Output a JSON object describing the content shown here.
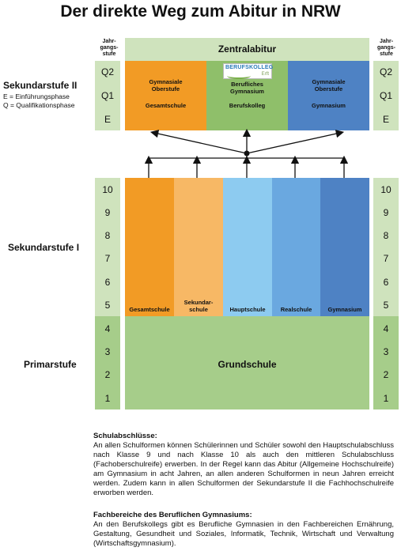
{
  "title": "Der direkte Weg zum Abitur in NRW",
  "column_header": "Jahr-\ngangs-\nstufe",
  "zentralabitur": "Zentralabitur",
  "stages": {
    "sek2": {
      "name": "Sekundarstufe II",
      "sub1": "E = Einführungsphase",
      "sub2": "Q = Qualifikationsphase"
    },
    "sek1": {
      "name": "Sekundarstufe I"
    },
    "primar": {
      "name": "Primarstufe"
    }
  },
  "levels": [
    "Q2",
    "Q1",
    "E",
    "10",
    "9",
    "8",
    "7",
    "6",
    "5",
    "4",
    "3",
    "2",
    "1"
  ],
  "upper_boxes": [
    {
      "line1": "Gymnasiale",
      "line2": "Oberstufe",
      "line3": "Gesamtschule",
      "color": "#f29b25"
    },
    {
      "line1": "Berufliches",
      "line2": "Gymnasium",
      "line3": "Berufskolleg",
      "color": "#8fbf6a"
    },
    {
      "line1": "Gymnasiale",
      "line2": "Oberstufe",
      "line3": "Gymnasium",
      "color": "#4e82c4"
    }
  ],
  "logo": {
    "text": "BERUFSKOLLEG",
    "sub": "Erft"
  },
  "lower_columns": [
    {
      "label": "Gesamtschule",
      "color": "#f29b25"
    },
    {
      "label": "Sekundar-\nschule",
      "color": "#f7b865"
    },
    {
      "label": "Hauptschule",
      "color": "#8dcbf0"
    },
    {
      "label": "Realschule",
      "color": "#6aa8e0"
    },
    {
      "label": "Gymnasium",
      "color": "#4e82c4"
    }
  ],
  "grundschule": "Grundschule",
  "colors": {
    "green_light": "#cfe3bd",
    "green_mid": "#a6cd8a",
    "arrow": "#111111"
  },
  "text": {
    "heading1": "Schulabschlüsse:",
    "para1": "An allen Schulformen können Schülerinnen und Schüler sowohl den Hauptschulabschluss nach Klasse 9 und nach Klasse 10 als auch den mittleren Schulabschluss (Fachoberschulreife) erwerben. In der Regel kann das Abitur (Allgemeine Hochschulreife) am Gymnasium in acht Jahren, an allen anderen Schulformen in neun Jahren erreicht werden. Zudem kann in allen Schulformen der Sekundarstufe II die Fachhochschulreife erworben werden.",
    "heading2": "Fachbereiche des Beruflichen Gymnasiums:",
    "para2": "An den Berufskollegs gibt es Berufliche Gymnasien in den Fachbereichen Ernährung, Gestaltung, Gesundheit und Soziales, Informatik, Technik, Wirtschaft und Verwaltung (Wirtschaftsgymnasium)."
  }
}
